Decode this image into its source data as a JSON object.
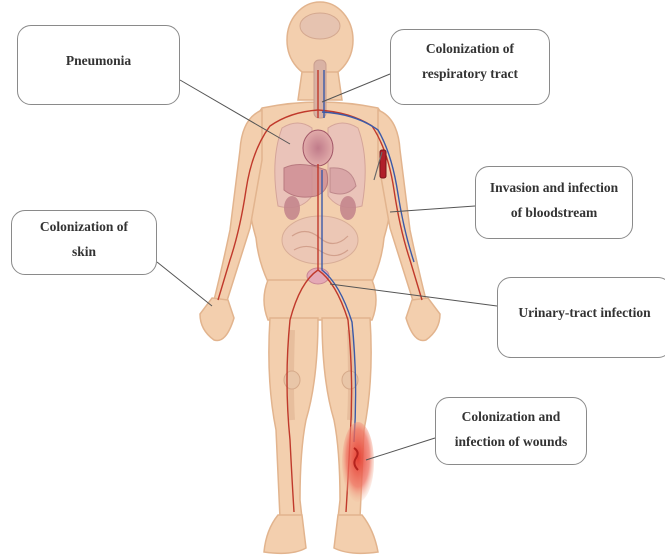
{
  "callouts": {
    "pneumonia": {
      "lines": [
        "Pneumonia"
      ]
    },
    "respiratory": {
      "lines": [
        "Colonization of",
        "respiratory tract"
      ]
    },
    "bloodstream": {
      "lines": [
        "Invasion and infection",
        "of bloodstream"
      ]
    },
    "skin": {
      "lines": [
        "Colonization of",
        "skin"
      ]
    },
    "urinary": {
      "lines": [
        "Urinary-tract infection"
      ]
    },
    "wounds": {
      "lines": [
        "Colonization and",
        "infection of wounds"
      ]
    }
  },
  "colors": {
    "skin_tone": "#f3cfae",
    "skin_outline": "#e2b48e",
    "vessel_red": "#c0392b",
    "vessel_blue": "#3b5aa8",
    "wound_red": "#e23b32",
    "connector": "#555555",
    "box_border": "#8a8a8a",
    "text": "#333333"
  }
}
